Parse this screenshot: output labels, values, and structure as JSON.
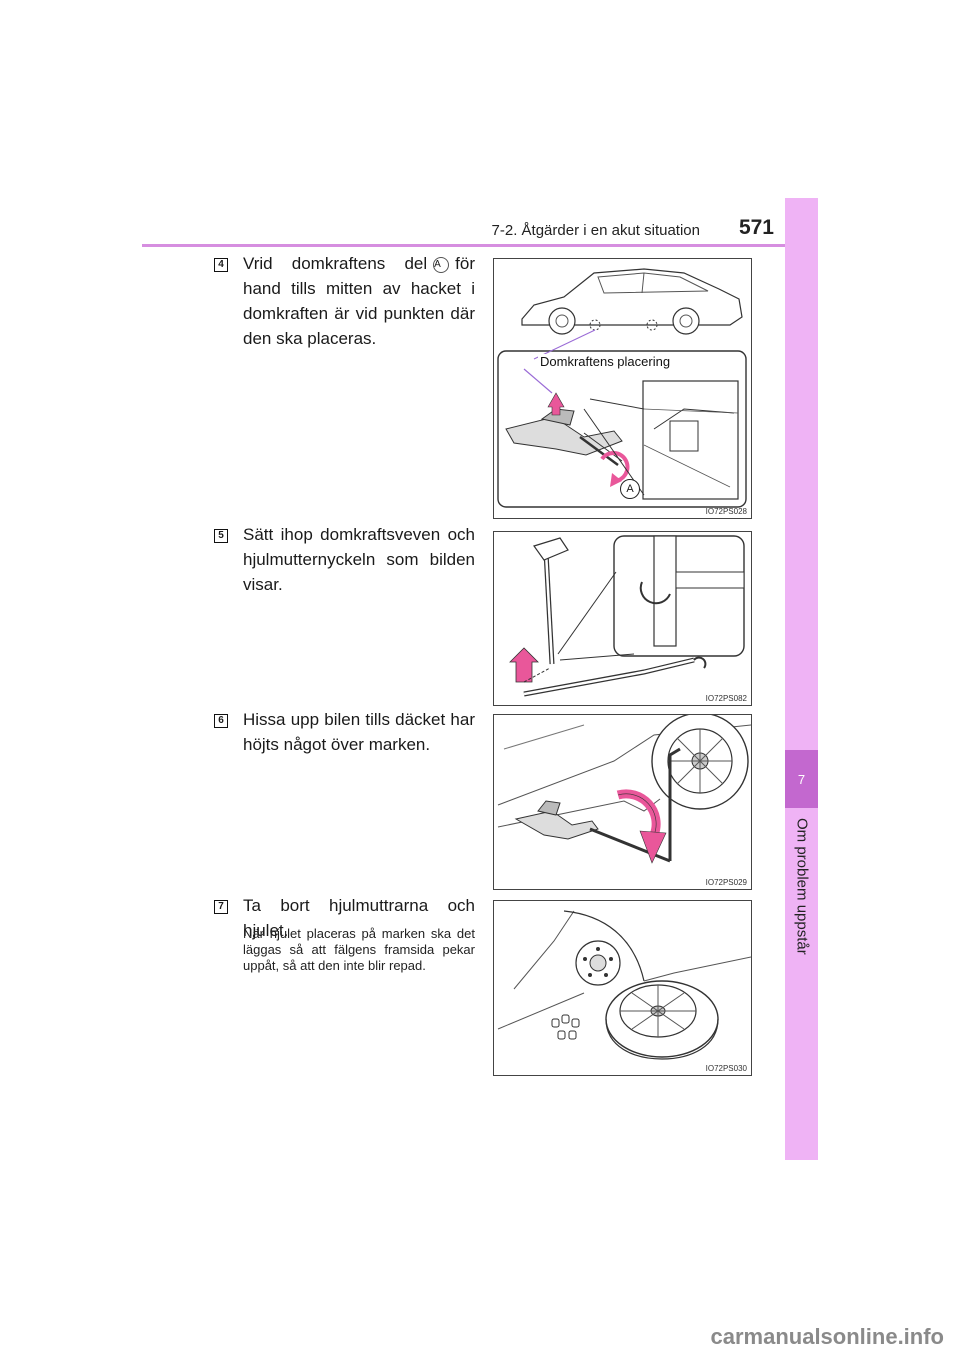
{
  "header": {
    "section_title": "7-2. Åtgärder i en akut situation",
    "page_number": "571"
  },
  "side_tab": {
    "chapter_number": "7",
    "chapter_label": "Om problem uppstår"
  },
  "steps": [
    {
      "number": "4",
      "text_before": "Vrid domkraftens del",
      "callout": "A",
      "text_after": "för hand tills mitten av hacket i domkraften är vid punkten där den ska placeras.",
      "figure": {
        "code": "IO72PS028",
        "inset_label": "Domkraftens placering",
        "part_label": "A"
      }
    },
    {
      "number": "5",
      "text": "Sätt ihop domkraftsveven och hjulmutternyckeln som bilden visar.",
      "figure": {
        "code": "IO72PS082"
      }
    },
    {
      "number": "6",
      "text": "Hissa upp bilen tills däcket har höjts något över marken.",
      "figure": {
        "code": "IO72PS029"
      }
    },
    {
      "number": "7",
      "text": "Ta bort hjulmuttrarna och hjulet.",
      "note": "När hjulet placeras på marken ska det läggas så att fälgens framsida pekar uppåt, så att den inte blir repad.",
      "figure": {
        "code": "IO72PS030"
      }
    }
  ],
  "watermark": "carmanualsonline.info",
  "colors": {
    "accent_line": "#d68ee0",
    "side_tab": "#efb3f5",
    "side_tab_active": "#c368cf",
    "arrow_pink": "#e9579a"
  }
}
